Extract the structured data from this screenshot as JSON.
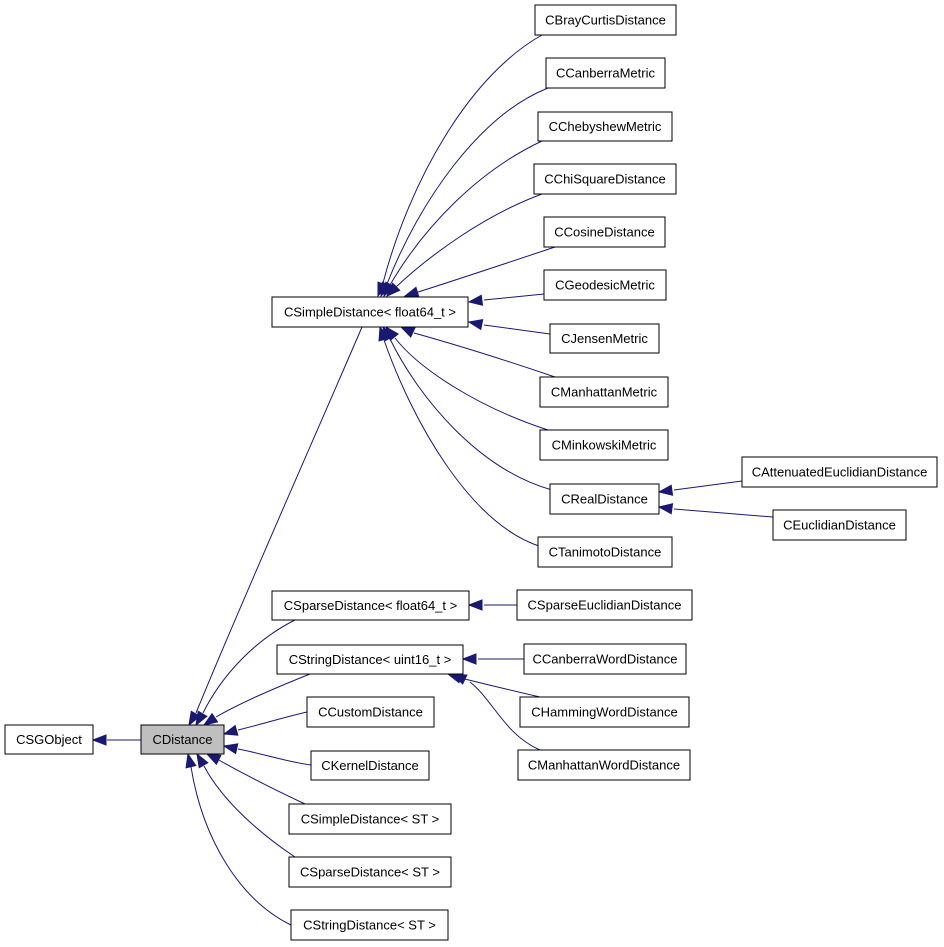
{
  "diagram": {
    "colors": {
      "edge": "#191970",
      "node_border": "#000000",
      "current_fill": "#bfbfbf",
      "node_fill": "#ffffff"
    },
    "nodes": [
      {
        "id": "csgobject",
        "label": "CSGObject"
      },
      {
        "id": "cdistance",
        "label": "CDistance",
        "current": true
      },
      {
        "id": "csimple_f64",
        "label": "CSimpleDistance< float64_t >"
      },
      {
        "id": "csparse_f64",
        "label": "CSparseDistance< float64_t >"
      },
      {
        "id": "cstring_u16",
        "label": "CStringDistance< uint16_t >"
      },
      {
        "id": "ccustom",
        "label": "CCustomDistance"
      },
      {
        "id": "ckernel",
        "label": "CKernelDistance"
      },
      {
        "id": "csimple_st",
        "label": "CSimpleDistance< ST >"
      },
      {
        "id": "csparse_st",
        "label": "CSparseDistance< ST >"
      },
      {
        "id": "cstring_st",
        "label": "CStringDistance< ST >"
      },
      {
        "id": "cbraycurtis",
        "label": "CBrayCurtisDistance"
      },
      {
        "id": "ccanberra",
        "label": "CCanberraMetric"
      },
      {
        "id": "cchebyshew",
        "label": "CChebyshewMetric"
      },
      {
        "id": "cchisquare",
        "label": "CChiSquareDistance"
      },
      {
        "id": "ccosine",
        "label": "CCosineDistance"
      },
      {
        "id": "cgeodesic",
        "label": "CGeodesicMetric"
      },
      {
        "id": "cjensen",
        "label": "CJensenMetric"
      },
      {
        "id": "cmanhattan",
        "label": "CManhattanMetric"
      },
      {
        "id": "cminkowski",
        "label": "CMinkowskiMetric"
      },
      {
        "id": "creal",
        "label": "CRealDistance"
      },
      {
        "id": "ctanimoto",
        "label": "CTanimotoDistance"
      },
      {
        "id": "cattenuated",
        "label": "CAttenuatedEuclidianDistance"
      },
      {
        "id": "ceuclidian",
        "label": "CEuclidianDistance"
      },
      {
        "id": "csparseeuclidian",
        "label": "CSparseEuclidianDistance"
      },
      {
        "id": "ccanberraword",
        "label": "CCanberraWordDistance"
      },
      {
        "id": "chammingword",
        "label": "CHammingWordDistance"
      },
      {
        "id": "cmanhattanword",
        "label": "CManhattanWordDistance"
      }
    ],
    "edges": [
      {
        "from": "cdistance",
        "to": "csgobject"
      },
      {
        "from": "csimple_f64",
        "to": "cdistance"
      },
      {
        "from": "csparse_f64",
        "to": "cdistance"
      },
      {
        "from": "cstring_u16",
        "to": "cdistance"
      },
      {
        "from": "ccustom",
        "to": "cdistance"
      },
      {
        "from": "ckernel",
        "to": "cdistance"
      },
      {
        "from": "csimple_st",
        "to": "cdistance"
      },
      {
        "from": "csparse_st",
        "to": "cdistance"
      },
      {
        "from": "cstring_st",
        "to": "cdistance"
      },
      {
        "from": "cbraycurtis",
        "to": "csimple_f64"
      },
      {
        "from": "ccanberra",
        "to": "csimple_f64"
      },
      {
        "from": "cchebyshew",
        "to": "csimple_f64"
      },
      {
        "from": "cchisquare",
        "to": "csimple_f64"
      },
      {
        "from": "ccosine",
        "to": "csimple_f64"
      },
      {
        "from": "cgeodesic",
        "to": "csimple_f64"
      },
      {
        "from": "cjensen",
        "to": "csimple_f64"
      },
      {
        "from": "cmanhattan",
        "to": "csimple_f64"
      },
      {
        "from": "cminkowski",
        "to": "csimple_f64"
      },
      {
        "from": "creal",
        "to": "csimple_f64"
      },
      {
        "from": "ctanimoto",
        "to": "csimple_f64"
      },
      {
        "from": "cattenuated",
        "to": "creal"
      },
      {
        "from": "ceuclidian",
        "to": "creal"
      },
      {
        "from": "csparseeuclidian",
        "to": "csparse_f64"
      },
      {
        "from": "ccanberraword",
        "to": "cstring_u16"
      },
      {
        "from": "chammingword",
        "to": "cstring_u16"
      },
      {
        "from": "cmanhattanword",
        "to": "cstring_u16"
      }
    ]
  }
}
